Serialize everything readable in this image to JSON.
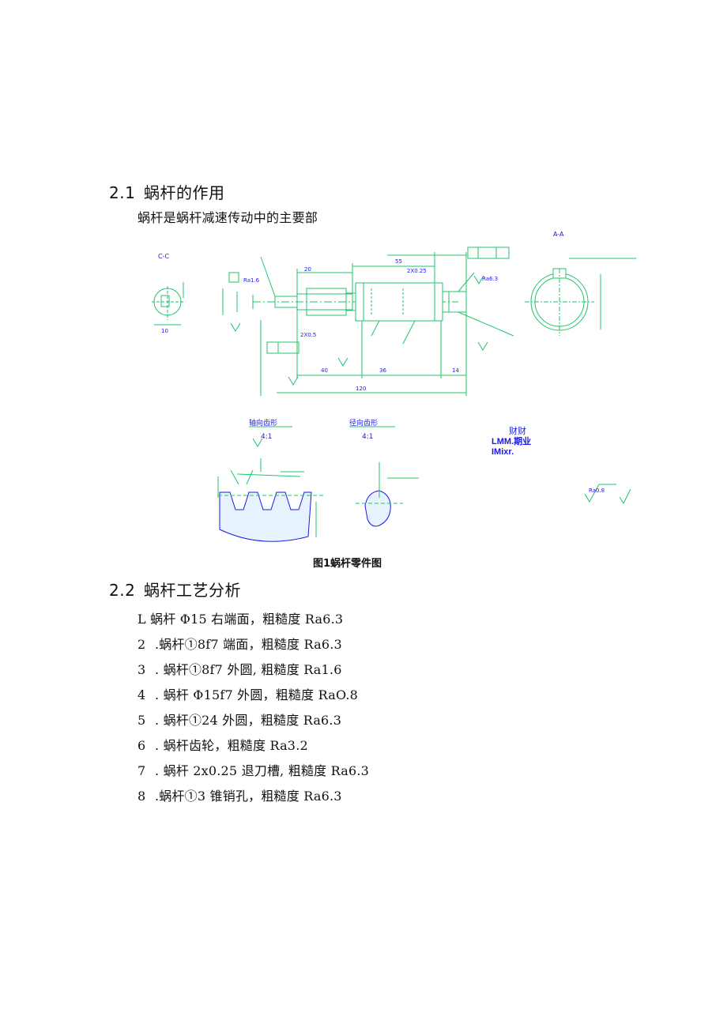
{
  "section1": {
    "number": "2.1",
    "title": "蜗杆的作用",
    "paragraph": "蜗杆是蜗杆减速传动中的主要部"
  },
  "figure": {
    "caption": "图1蜗杆零件图",
    "note_lines": [
      "财财",
      "LMM.期业",
      "IMixr."
    ],
    "view_labels": [
      "C-C",
      "A-A",
      "轴向齿形",
      "径向齿形"
    ],
    "scale_labels": [
      "4:1",
      "4:1"
    ],
    "dimension_labels": [
      "20",
      "10",
      "40",
      "120",
      "36",
      "55",
      "14",
      "2X0.5",
      "2X0.25",
      "Ra6.3",
      "Ra1.6",
      "Ra0.8"
    ],
    "colors": {
      "drawing_green": "#22c36a",
      "drawing_blue": "#1a1ae6"
    }
  },
  "section2": {
    "number": "2.2",
    "title": "蜗杆工艺分析",
    "items": [
      {
        "num": "L",
        "text": "蜗杆 Φ15 右端面，粗糙度 Ra6.3"
      },
      {
        "num": "2",
        "text": ".蜗杆①8f7 端面，粗糙度 Ra6.3"
      },
      {
        "num": "3",
        "text": ". 蜗杆①8f7 外圆, 粗糙度 Ra1.6"
      },
      {
        "num": "4",
        "text": ". 蜗杆 Φ15f7 外圆，粗糙度 RaO.8"
      },
      {
        "num": "5",
        "text": ". 蜗杆①24 外圆，粗糙度 Ra6.3"
      },
      {
        "num": "6",
        "text": ". 蜗杆齿轮，粗糙度 Ra3.2"
      },
      {
        "num": "7",
        "text": ". 蜗杆 2x0.25 退刀槽, 粗糙度 Ra6.3"
      },
      {
        "num": "8",
        "text": ".蜗杆①3 锥销孔，粗糙度 Ra6.3"
      }
    ]
  }
}
